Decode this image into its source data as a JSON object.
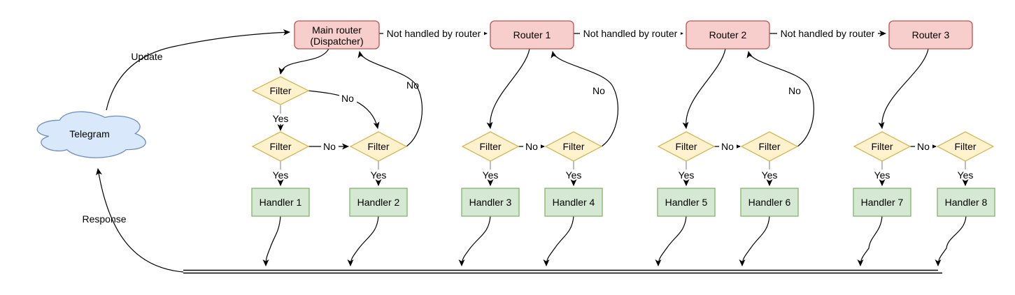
{
  "palette": {
    "router_fill": "#f8cecc",
    "router_stroke": "#b85450",
    "filter_fill": "#fff2cc",
    "filter_stroke": "#d6b656",
    "handler_fill": "#d5e8d4",
    "handler_stroke": "#82b366",
    "cloud_fill": "#dae8fc",
    "cloud_stroke": "#6c8ebf",
    "edge_color": "#000000",
    "stub_color": "#999999",
    "text_color": "#000000"
  },
  "cloud": {
    "label": "Telegram"
  },
  "dispatcher": {
    "line1": "Main router",
    "line2": "(Dispatcher)"
  },
  "routers": [
    {
      "label": "Router 1"
    },
    {
      "label": "Router 2"
    },
    {
      "label": "Router 3"
    }
  ],
  "filters": [
    {
      "label": "Filter"
    },
    {
      "label": "Filter"
    },
    {
      "label": "Filter"
    },
    {
      "label": "Filter"
    },
    {
      "label": "Filter"
    },
    {
      "label": "Filter"
    },
    {
      "label": "Filter"
    },
    {
      "label": "Filter"
    },
    {
      "label": "Filter"
    }
  ],
  "handlers": [
    {
      "label": "Handler 1"
    },
    {
      "label": "Handler 2"
    },
    {
      "label": "Handler 3"
    },
    {
      "label": "Handler 4"
    },
    {
      "label": "Handler 5"
    },
    {
      "label": "Handler 6"
    },
    {
      "label": "Handler 7"
    },
    {
      "label": "Handler 8"
    }
  ],
  "edge_labels": {
    "update": "Update",
    "response": "Response",
    "not_handled": [
      "Not handled by router",
      "Not handled by router",
      "Not handled by router"
    ],
    "yes": [
      "Yes",
      "Yes",
      "Yes",
      "Yes",
      "Yes",
      "Yes",
      "Yes",
      "Yes",
      "Yes"
    ],
    "no": [
      "No",
      "No",
      "No",
      "No",
      "No",
      "No",
      "No",
      "No"
    ]
  }
}
